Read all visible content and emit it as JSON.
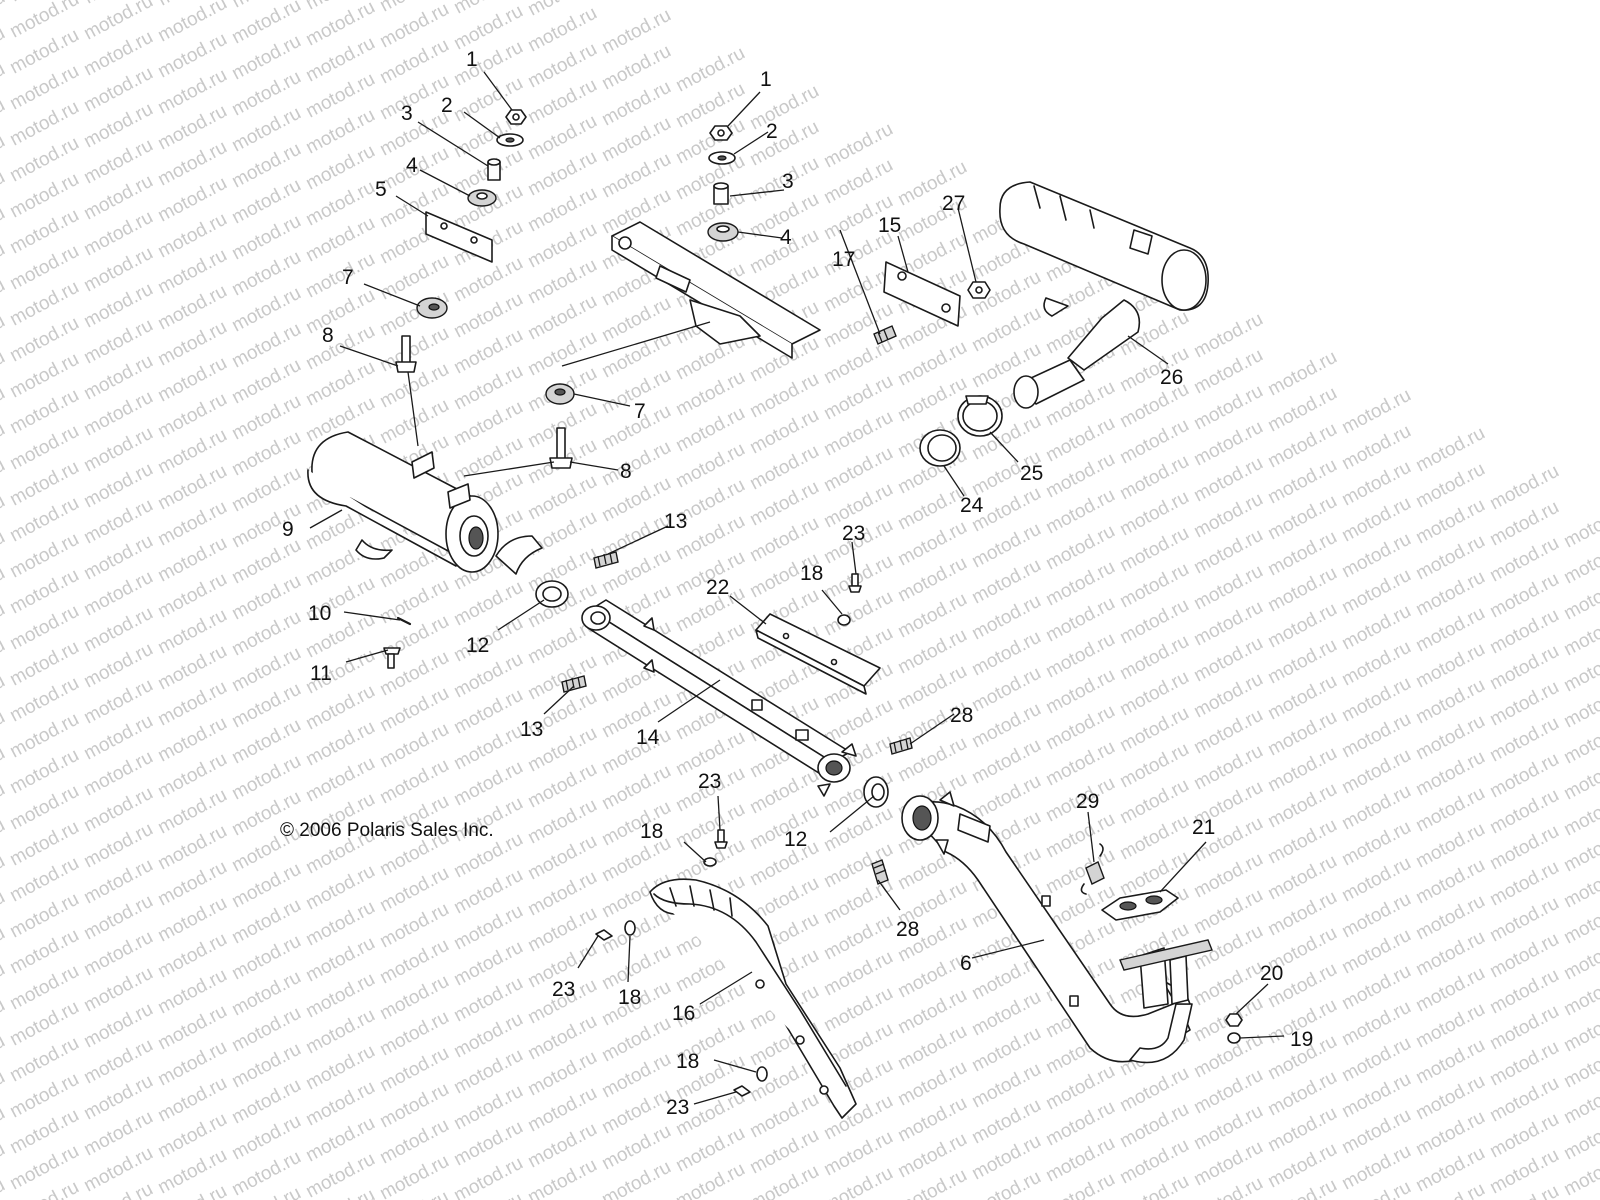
{
  "watermark_text": "motod.ru",
  "copyright": "© 2006 Polaris Sales Inc.",
  "labels": {
    "n1": "1",
    "n2": "2",
    "n3": "3",
    "n4": "4",
    "n5": "5",
    "n6": "6",
    "n7": "7",
    "n8": "8",
    "n9": "9",
    "n10": "10",
    "n11": "11",
    "n12": "12",
    "n13": "13",
    "n14": "14",
    "n15": "15",
    "n16": "16",
    "n17": "17",
    "n18": "18",
    "n19": "19",
    "n20": "20",
    "n21": "21",
    "n22": "22",
    "n23": "23",
    "n24": "24",
    "n25": "25",
    "n26": "26",
    "n27": "27",
    "n28": "28",
    "n29": "29"
  }
}
